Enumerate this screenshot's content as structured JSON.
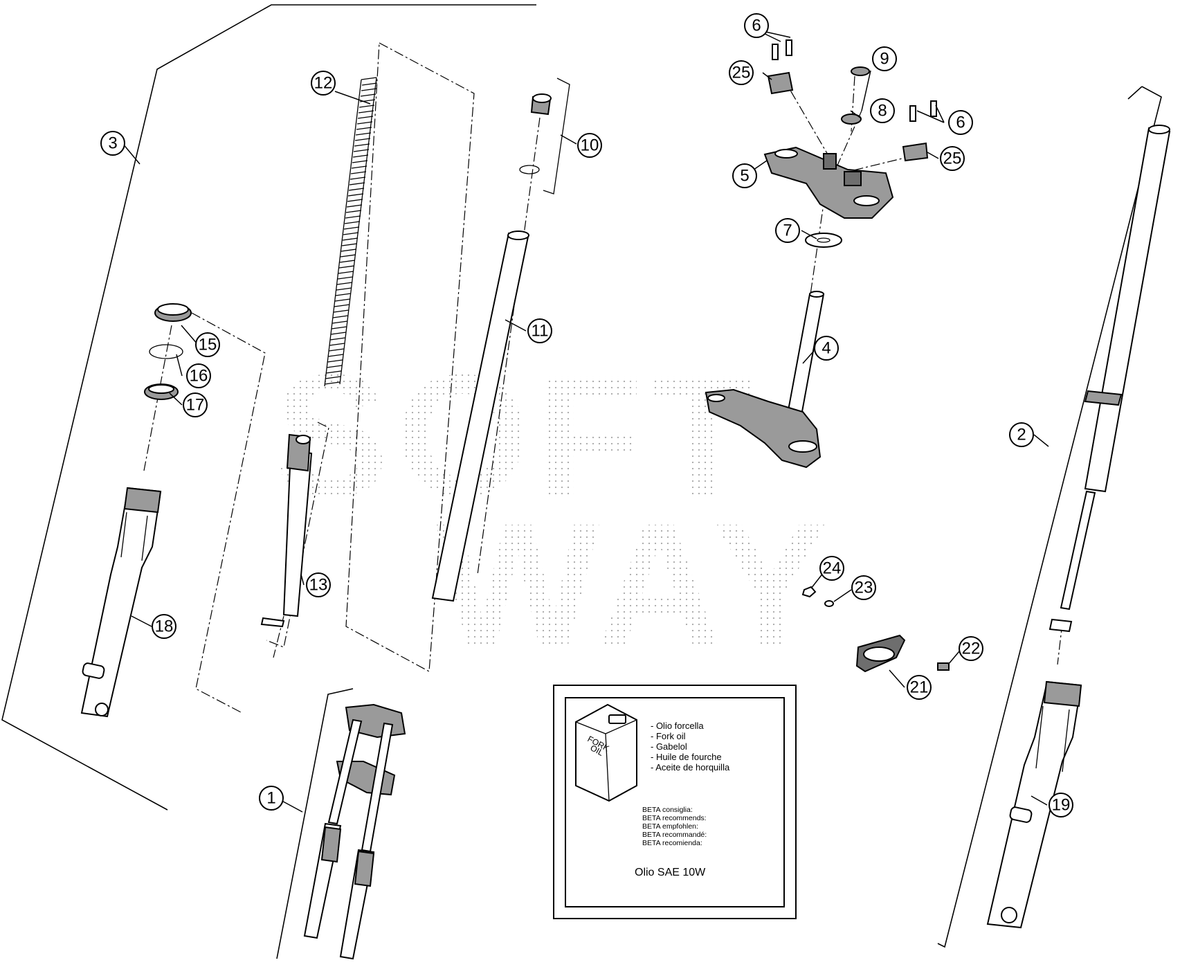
{
  "callouts": [
    {
      "id": "c1",
      "label": "1"
    },
    {
      "id": "c2",
      "label": "2"
    },
    {
      "id": "c3",
      "label": "3"
    },
    {
      "id": "c4",
      "label": "4"
    },
    {
      "id": "c5",
      "label": "5"
    },
    {
      "id": "c6a",
      "label": "6"
    },
    {
      "id": "c6b",
      "label": "6"
    },
    {
      "id": "c7",
      "label": "7"
    },
    {
      "id": "c8",
      "label": "8"
    },
    {
      "id": "c9",
      "label": "9"
    },
    {
      "id": "c10",
      "label": "10"
    },
    {
      "id": "c11",
      "label": "11"
    },
    {
      "id": "c12",
      "label": "12"
    },
    {
      "id": "c13",
      "label": "13"
    },
    {
      "id": "c15",
      "label": "15"
    },
    {
      "id": "c16",
      "label": "16"
    },
    {
      "id": "c17",
      "label": "17"
    },
    {
      "id": "c18",
      "label": "18"
    },
    {
      "id": "c19",
      "label": "19"
    },
    {
      "id": "c21",
      "label": "21"
    },
    {
      "id": "c22",
      "label": "22"
    },
    {
      "id": "c23",
      "label": "23"
    },
    {
      "id": "c24",
      "label": "24"
    },
    {
      "id": "c25a",
      "label": "25"
    },
    {
      "id": "c25b",
      "label": "25"
    }
  ],
  "oil_box": {
    "can_label_line1": "FORK",
    "can_label_line2": "OIL",
    "oil_names": [
      "- Olio forcella",
      "- Fork oil",
      "- Gabelol",
      "- Huile de fourche",
      "- Aceite de horquilla"
    ],
    "recommend_lines": [
      "BETA consiglia:",
      "BETA recommends:",
      "BETA empfohlen:",
      "BETA recommandé:",
      "BETA recomienda:"
    ],
    "oil_spec": "Olio SAE 10W"
  },
  "watermark": {
    "line1": "SOFT",
    "line2": "WAY",
    "color": "#b8b8b8"
  }
}
